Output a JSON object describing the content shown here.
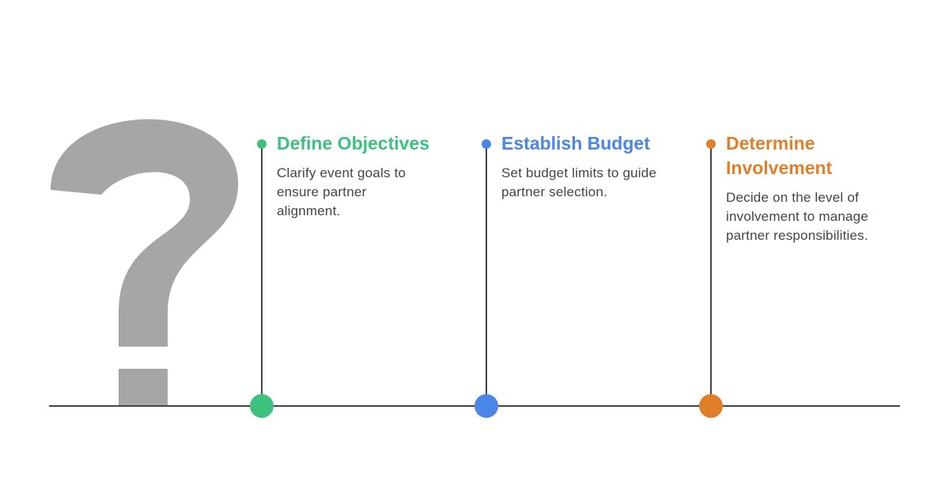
{
  "colors": {
    "green": "#3cc27c",
    "blue": "#4a86e8",
    "orange": "#e07f2a",
    "line": "#444444",
    "question_mark": "#a6a6a6"
  },
  "question_mark": {
    "glyph": "?",
    "icon": "question-mark-icon"
  },
  "steps": [
    {
      "title": "Define Objectives",
      "description": "Clarify event goals to ensure partner alignment.",
      "color": "#3cc27c"
    },
    {
      "title": "Establish Budget",
      "description": "Set budget limits to guide partner selection.",
      "color": "#4a86e8"
    },
    {
      "title": "Determine Involvement",
      "description": "Decide on the level of involvement to manage partner responsibilities.",
      "color": "#e07f2a"
    }
  ]
}
